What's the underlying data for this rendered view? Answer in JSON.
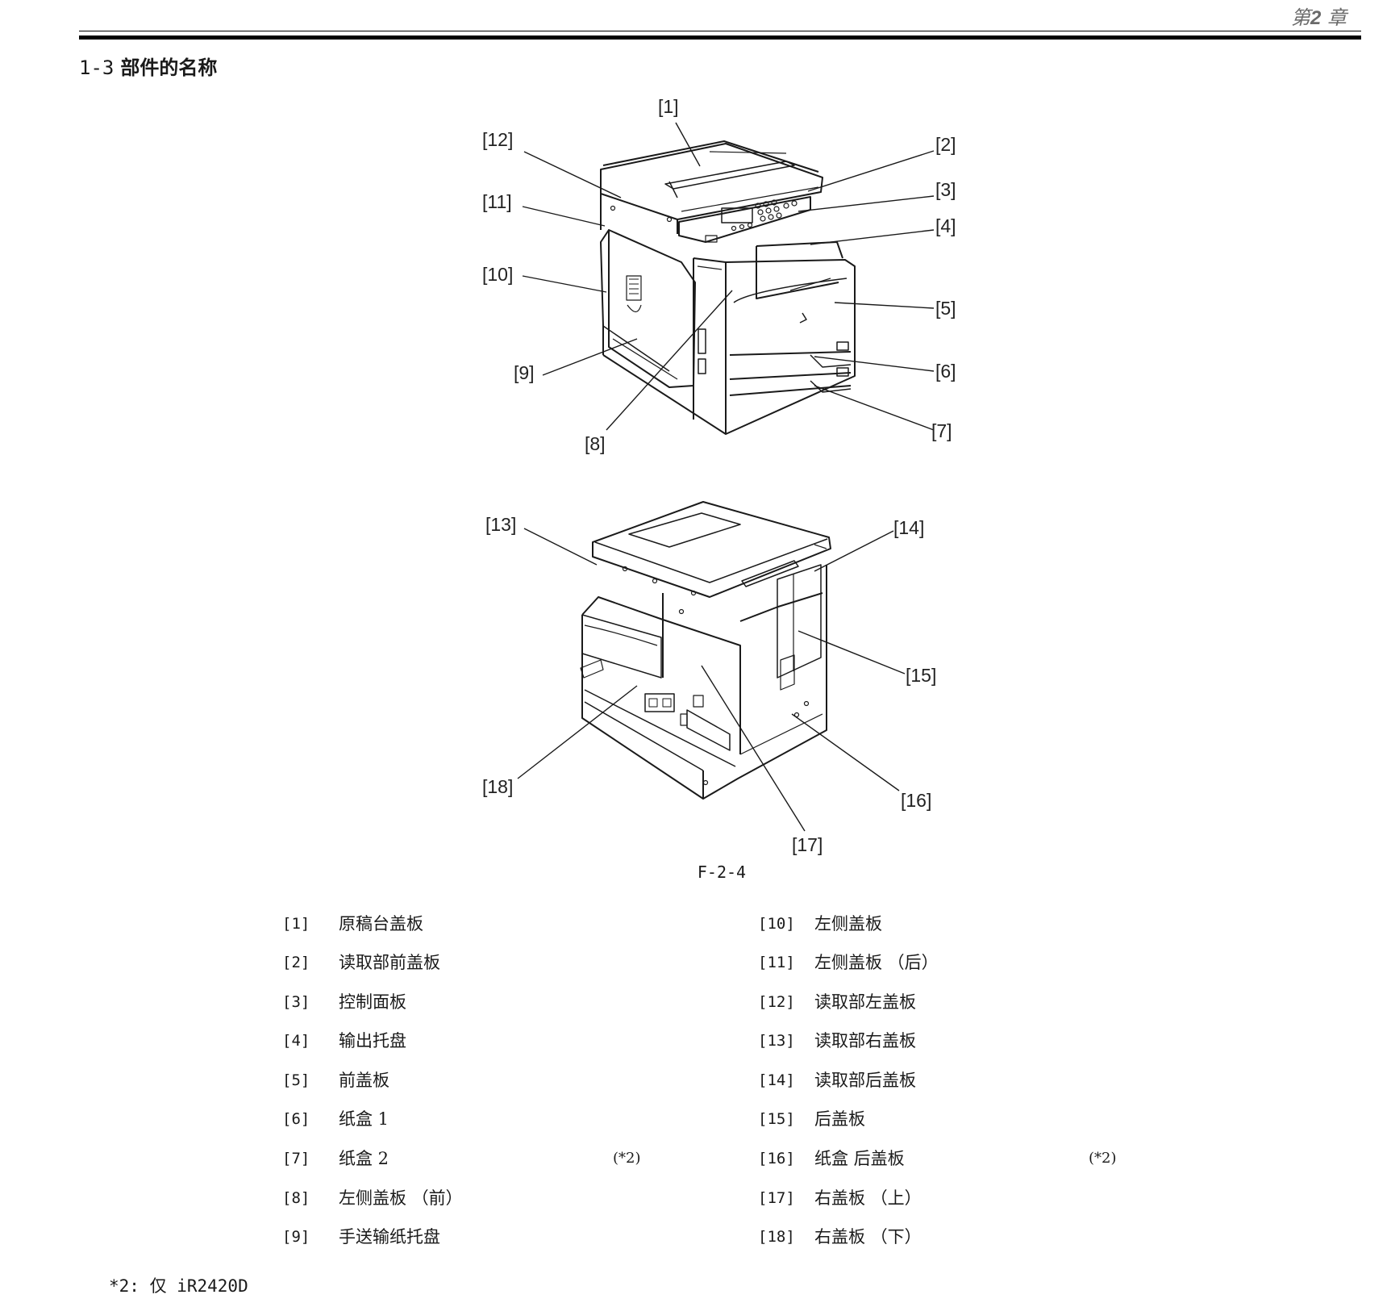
{
  "header": {
    "chapter_prefix": "第",
    "chapter_number": "2",
    "chapter_suffix": "章"
  },
  "section": {
    "number": "1-3",
    "title": "部件的名称"
  },
  "figure": {
    "callouts": [
      "[1]",
      "[2]",
      "[3]",
      "[4]",
      "[5]",
      "[6]",
      "[7]",
      "[8]",
      "[9]",
      "[10]",
      "[11]",
      "[12]",
      "[13]",
      "[14]",
      "[15]",
      "[16]",
      "[17]",
      "[18]"
    ],
    "caption": "F-2-4"
  },
  "parts_left": [
    {
      "num": "[1]",
      "name": "原稿台盖板",
      "note": ""
    },
    {
      "num": "[2]",
      "name": "读取部前盖板",
      "note": ""
    },
    {
      "num": "[3]",
      "name": "控制面板",
      "note": ""
    },
    {
      "num": "[4]",
      "name": "输出托盘",
      "note": ""
    },
    {
      "num": "[5]",
      "name": "前盖板",
      "note": ""
    },
    {
      "num": "[6]",
      "name": "纸盒 1",
      "note": ""
    },
    {
      "num": "[7]",
      "name": "纸盒 2",
      "note": "(*2)"
    },
    {
      "num": "[8]",
      "name": "左侧盖板 （前）",
      "note": ""
    },
    {
      "num": "[9]",
      "name": "手送输纸托盘",
      "note": ""
    }
  ],
  "parts_right": [
    {
      "num": "[10]",
      "name": "左侧盖板",
      "note": ""
    },
    {
      "num": "[11]",
      "name": "左侧盖板 （后）",
      "note": ""
    },
    {
      "num": "[12]",
      "name": "读取部左盖板",
      "note": ""
    },
    {
      "num": "[13]",
      "name": "读取部右盖板",
      "note": ""
    },
    {
      "num": "[14]",
      "name": "读取部后盖板",
      "note": ""
    },
    {
      "num": "[15]",
      "name": "后盖板",
      "note": ""
    },
    {
      "num": "[16]",
      "name": "纸盒 后盖板",
      "note": "(*2)"
    },
    {
      "num": "[17]",
      "name": "右盖板 （上）",
      "note": ""
    },
    {
      "num": "[18]",
      "name": "右盖板 （下）",
      "note": ""
    }
  ],
  "footnote": "*2: 仅 iR2420D"
}
